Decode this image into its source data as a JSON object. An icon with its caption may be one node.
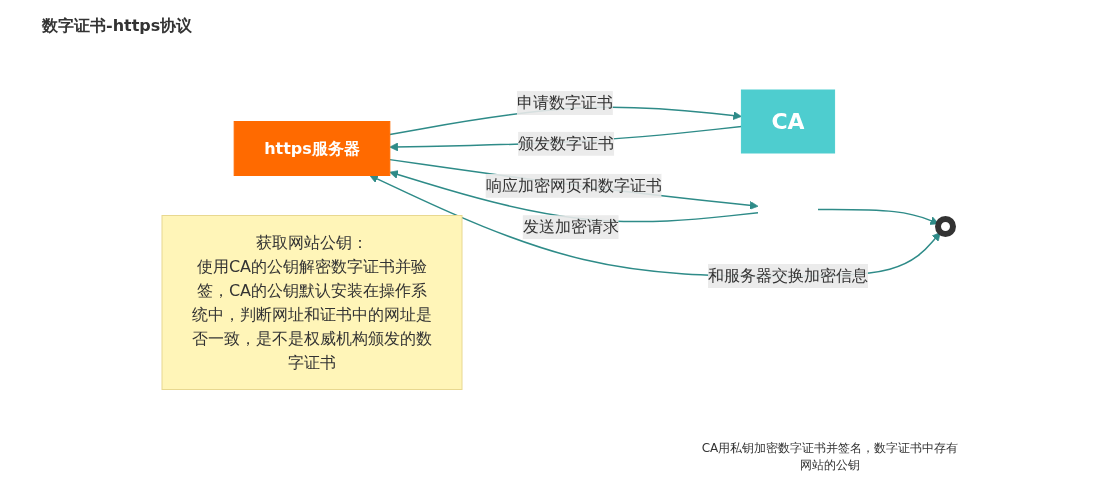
{
  "diagram": {
    "title": "数字证书-https协议",
    "nodes": [
      {
        "text": [
          "https服务器"
        ]
      },
      {
        "text": [
          "CA"
        ]
      },
      {
        "text": [
          "获取网站公钥：",
          "使用CA的公钥解密数字证书并验签，CA的公钥默认安装在操作系统中，判断网址和证书中的网址是否一致，是不是权威机构颁发的数字证书"
        ]
      },
      {
        "text": [],
        "shape": "key"
      }
    ],
    "edges": [
      {
        "from": null,
        "to": 0,
        "arrow": "to",
        "label": "发送加密请求"
      },
      {
        "from": 0,
        "to": null,
        "arrow": "to",
        "label": "响应加密网页和数字证书"
      },
      {
        "from": 0,
        "to": 1,
        "arrow": "to",
        "label": "申请数字证书"
      },
      {
        "from": 1,
        "to": 0,
        "arrow": "to",
        "label": "颁发数字证书"
      },
      {
        "from": null,
        "to": 3,
        "arrow": "to"
      },
      {
        "from": 3,
        "to": 0,
        "arrow": "both",
        "label": "和服务器交换加密信息"
      }
    ],
    "labels": [
      "CA用私钥加密数字证书并签名，数字证书中存有网站的公钥"
    ]
  }
}
